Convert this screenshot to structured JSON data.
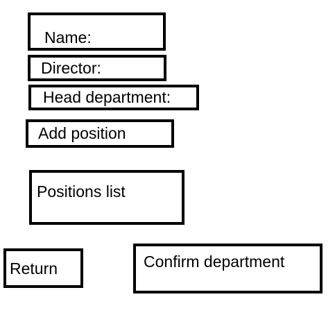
{
  "form": {
    "name_label": "Name:",
    "director_label": "Director:",
    "head_department_label": "Head department:"
  },
  "actions": {
    "add_position_label": "Add position",
    "return_label": "Return",
    "confirm_department_label": "Confirm department"
  },
  "positions": {
    "list_label": "Positions list"
  },
  "colors": {
    "border": "#000000",
    "background": "#ffffff",
    "text": "#000000"
  }
}
